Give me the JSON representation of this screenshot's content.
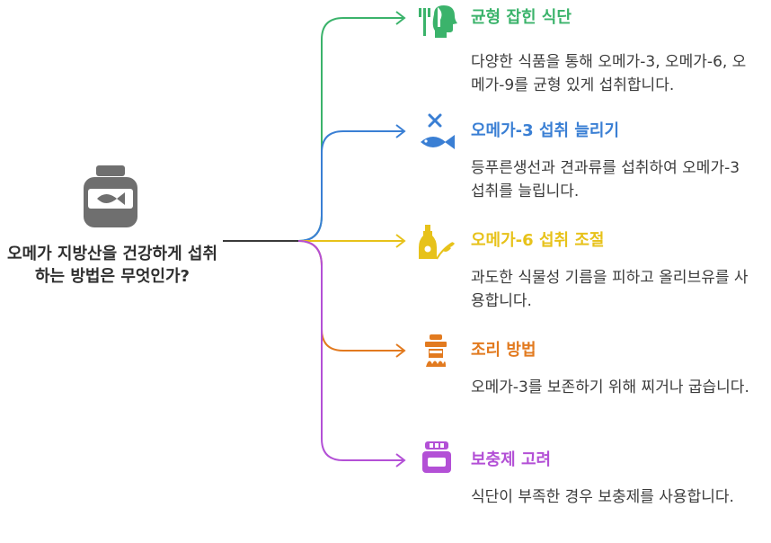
{
  "root": {
    "title": "오메가 지방산을 건강하게 섭취하는 방법은 무엇인가?",
    "icon": "jar-with-fish-icon"
  },
  "colors": {
    "trunk": "#3a3a3a",
    "root_icon": "#6f6f6f"
  },
  "branches": [
    {
      "title": "균형 잡힌 식단",
      "description": "다양한 식품을 통해 오메가-3, 오메가-6, 오메가-9를 균형 있게 섭취합니다.",
      "color": "#3bb36b",
      "icon": "head-with-utensils-icon"
    },
    {
      "title": "오메가-3 섭취 늘리기",
      "description": "등푸른생선과 견과류를 섭취하여 오메가-3 섭취를 늘립니다.",
      "color": "#3a7fd4",
      "icon": "fish-with-cross-icon"
    },
    {
      "title": "오메가-6 섭취 조절",
      "description": "과도한 식물성 기름을 피하고 올리브유를 사용합니다.",
      "color": "#e7c21a",
      "icon": "oil-bottle-with-leaf-icon"
    },
    {
      "title": "조리 방법",
      "description": "오메가-3를 보존하기 위해 찌거나 굽습니다.",
      "color": "#e27a1f",
      "icon": "steamer-pot-icon"
    },
    {
      "title": "보충제 고려",
      "description": "식단이 부족한 경우 보충제를 사용합니다.",
      "color": "#b350d6",
      "icon": "supplement-jar-icon"
    }
  ]
}
